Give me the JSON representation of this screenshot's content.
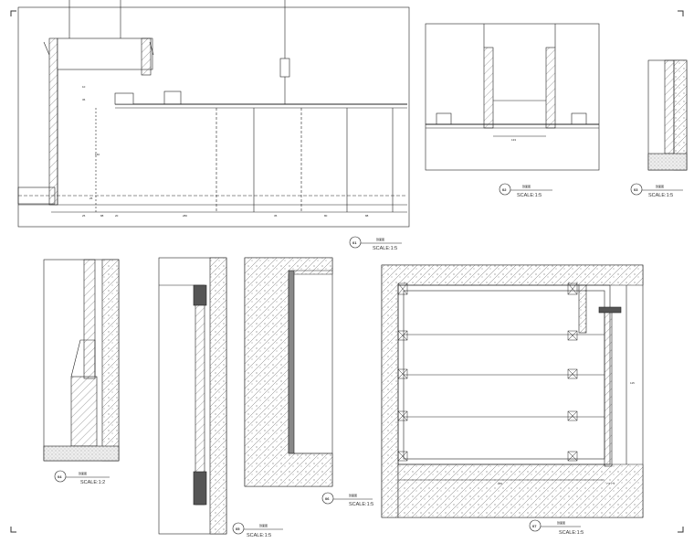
{
  "details": [
    {
      "id": "01",
      "title": "剖面图",
      "scale": "SCALE:1:5"
    },
    {
      "id": "02",
      "title": "剖面图",
      "scale": "SCALE:1:5"
    },
    {
      "id": "03",
      "title": "剖面图",
      "scale": "SCALE:1:5"
    },
    {
      "id": "04",
      "title": "剖面图",
      "scale": "SCALE:1:2"
    },
    {
      "id": "05",
      "title": "剖面图",
      "scale": "SCALE:1:5"
    },
    {
      "id": "06",
      "title": "剖面图",
      "scale": "SCALE:1:5"
    },
    {
      "id": "07",
      "title": "剖面图",
      "scale": "SCALE:1:5"
    }
  ],
  "dimensions": {
    "d1_bottom": [
      "25",
      "88",
      "20",
      "280",
      "35",
      "80",
      "88"
    ],
    "d1_left": [
      "10",
      "36",
      "160",
      "25"
    ],
    "d2_mid": "133",
    "d7_bottom": "265",
    "d7_right": "115",
    "d7_corner": "7.5  7.5"
  },
  "colors": {
    "line": "#222222",
    "hatch": "#555555",
    "bg": "#ffffff"
  }
}
